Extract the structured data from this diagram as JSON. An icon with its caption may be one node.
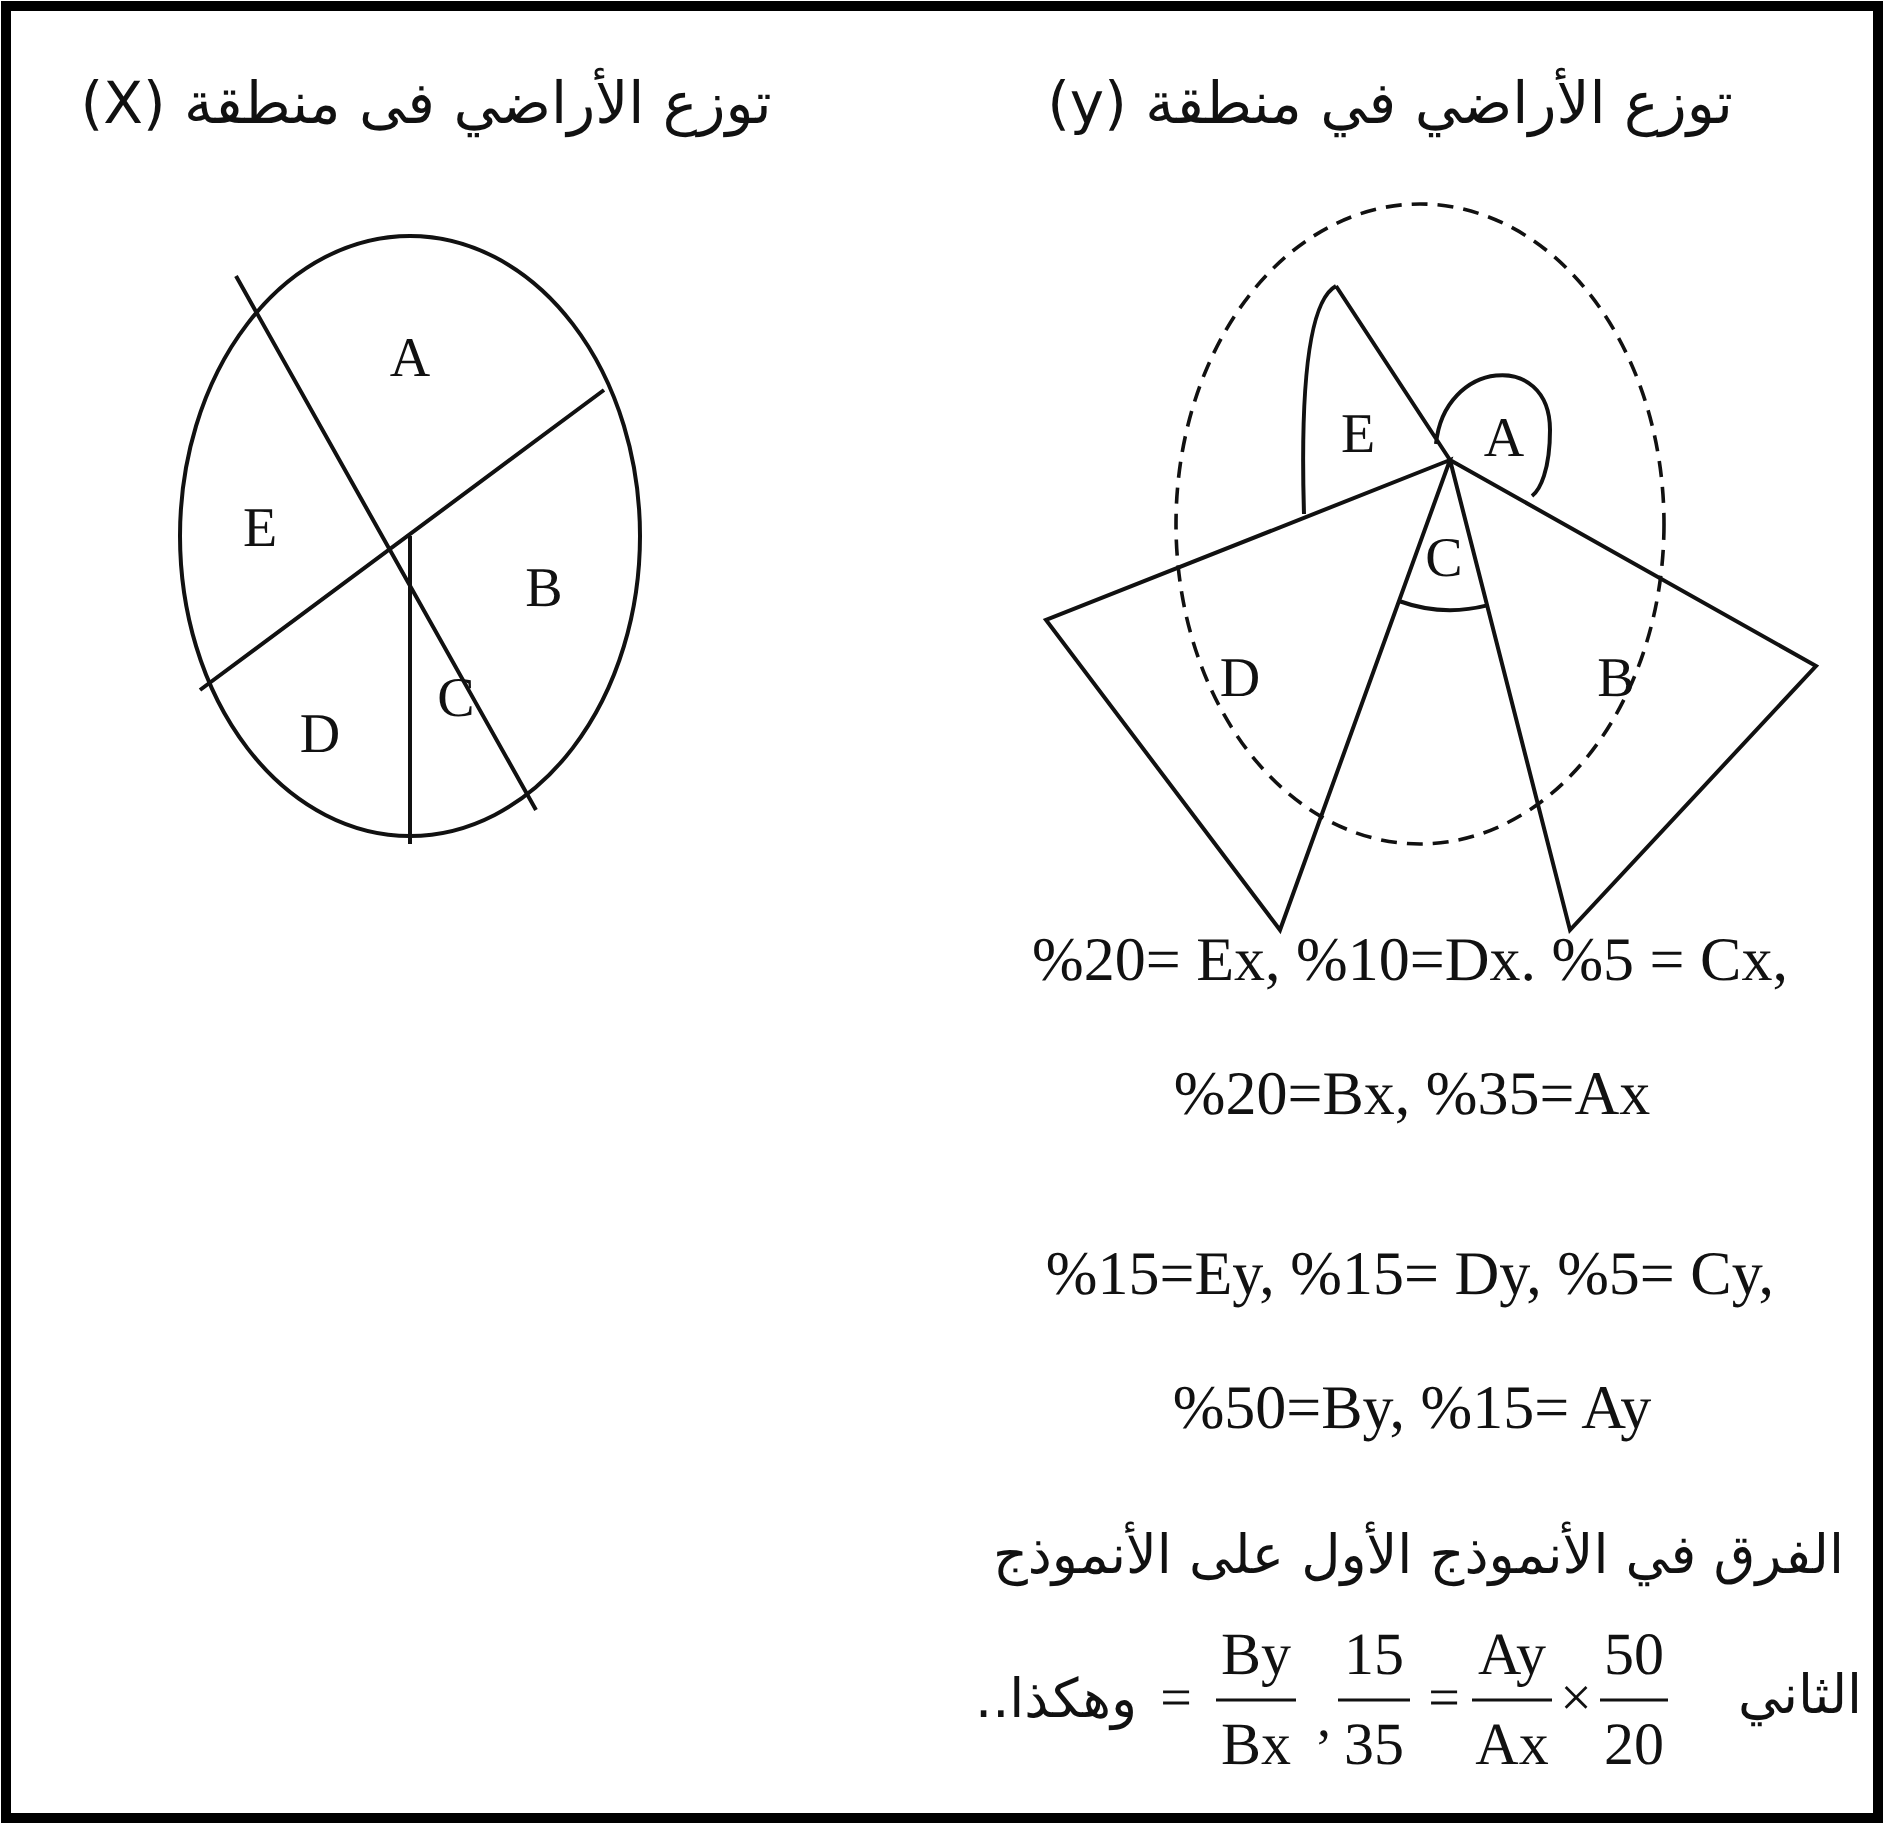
{
  "diagram": {
    "labels": [
      "توزع الأراضي في منطقة (y)",
      "توزع الأراضي فى منطقة (X)",
      "A",
      "E",
      "B",
      "D",
      "C",
      "E",
      "A",
      "C",
      "D",
      "B",
      "%20= Ex, %10=Dx. %5 = Cx,",
      "%20=Bx, %35=Ax",
      "%15=Ey, %15= Dy, %5= Cy,",
      "%50=By, %15= Ay",
      "الفرق في الأنموذج الأول على الأنموذج",
      "الثاني",
      "=",
      "By",
      "Bx",
      ",",
      "15",
      "35",
      "=",
      "Ay",
      "Ax",
      "×",
      "50",
      "20",
      "وهكذا.."
    ]
  }
}
